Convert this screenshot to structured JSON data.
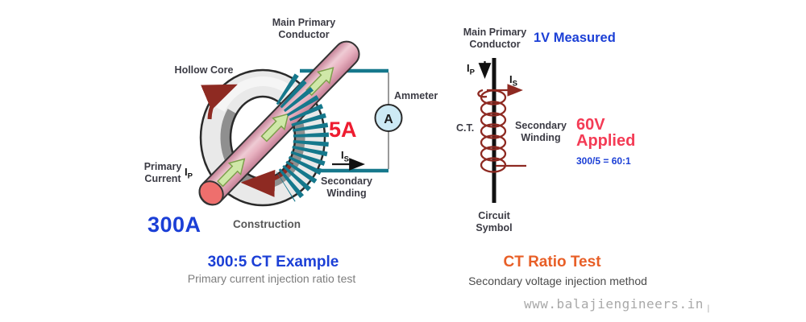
{
  "left_diagram": {
    "labels": {
      "main_conductor": "Main Primary\nConductor",
      "hollow_core": "Hollow Core",
      "primary_current": "Primary\nCurrent",
      "ip_symbol": "I",
      "ip_sub": "P",
      "primary_amps": "300A",
      "construction": "Construction",
      "secondary_amps": "5A",
      "is_symbol": "I",
      "is_sub": "S",
      "secondary_winding": "Secondary\nWinding",
      "ammeter": "Ammeter",
      "ammeter_dial": "A"
    },
    "title": "300:5 CT Example",
    "subtitle": "Primary current injection ratio test"
  },
  "right_diagram": {
    "labels": {
      "main_conductor": "Main Primary\nConductor",
      "measured": "1V Measured",
      "ip_symbol": "I",
      "ip_sub": "P",
      "is_symbol": "I",
      "is_sub": "S",
      "ct": "C.T.",
      "secondary_winding": "Secondary\nWinding",
      "applied": "60V\nApplied",
      "ratio_formula": "300/5 = 60:1",
      "circuit_symbol": "Circuit\nSymbol"
    },
    "title": "CT Ratio Test",
    "subtitle": "Secondary voltage injection method"
  },
  "watermark": "www.balajiengineers.in",
  "watermark_tick": "|",
  "colors": {
    "accent_blue": "#1b3fd6",
    "accent_red": "#ee1c30",
    "applied_red": "#f43b55",
    "accent_orange": "#e85f27",
    "winding_teal": "#15788c",
    "flux_dark_red": "#8e2a22",
    "rod_pink": "#e9b7c4",
    "core_gray": "#e9e9e9",
    "ammeter_fill": "#cdeaf5"
  }
}
